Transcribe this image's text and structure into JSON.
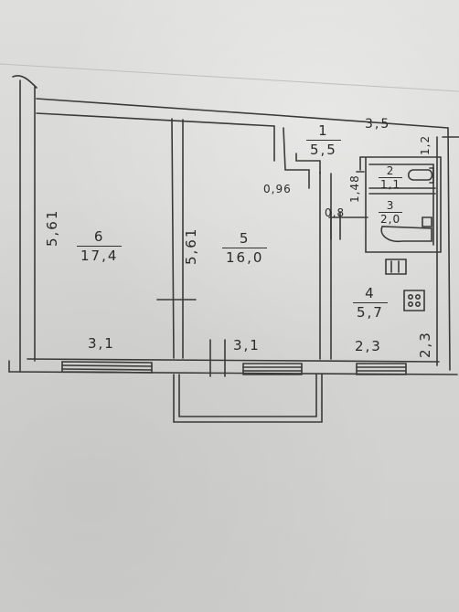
{
  "rooms": [
    {
      "number": "6",
      "area": "17,4"
    },
    {
      "number": "5",
      "area": "16,0"
    },
    {
      "number": "1",
      "area": "5,5"
    },
    {
      "number": "2",
      "area": "1,1"
    },
    {
      "number": "3",
      "area": "2,0"
    },
    {
      "number": "4",
      "area": "5,7"
    }
  ],
  "dimensions": {
    "room6_height": "5,61",
    "room5_height": "5,61",
    "room6_width": "3,1",
    "room5_width": "3,1",
    "room4_width": "2,3",
    "room4_depth": "2,3",
    "hall_width": "3,5",
    "hall_side": "1,2",
    "corridor_width": "0,96",
    "bath_length": "1,48",
    "bath_door": "0,8"
  }
}
